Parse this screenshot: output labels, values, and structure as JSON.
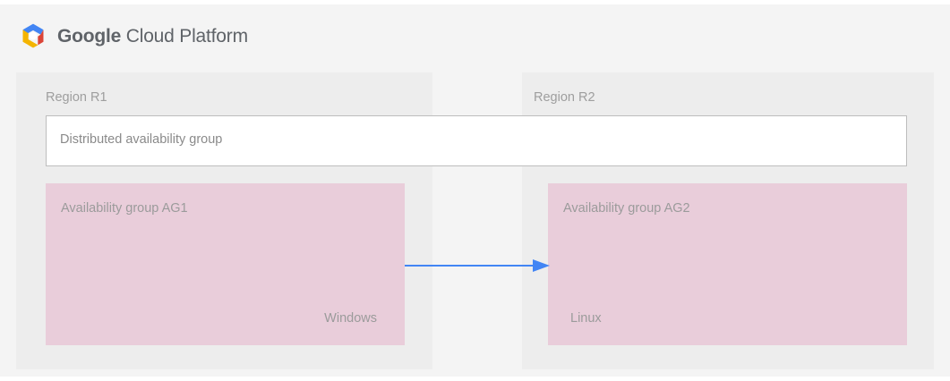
{
  "brand": {
    "logo_icon": "gcp-hexagon-logo",
    "name_strong": "Google",
    "name_light": " Cloud Platform"
  },
  "diagram": {
    "regions": [
      {
        "id": "r1",
        "label": "Region R1"
      },
      {
        "id": "r2",
        "label": "Region R2"
      }
    ],
    "distributed_group": {
      "label": "Distributed availability group"
    },
    "availability_groups": [
      {
        "id": "ag1",
        "title": "Availability group AG1",
        "os": "Windows"
      },
      {
        "id": "ag2",
        "title": "Availability group AG2",
        "os": "Linux"
      }
    ],
    "connector": {
      "icon": "arrow-right-icon",
      "direction": "ag1-to-ag2"
    }
  },
  "colors": {
    "page_background": "#ffffff",
    "card_background": "#f4f4f4",
    "region_background": "#ededed",
    "availability_group_fill": "#e9cdda",
    "distributed_group_fill": "#ffffff",
    "distributed_group_border": "#bdbdbd",
    "text_muted": "#9e9e9e",
    "arrow": "#4285f4",
    "logo_blue": "#4285f4",
    "logo_red": "#db4437",
    "logo_yellow": "#f4b400",
    "brand_text": "#5f6368"
  }
}
